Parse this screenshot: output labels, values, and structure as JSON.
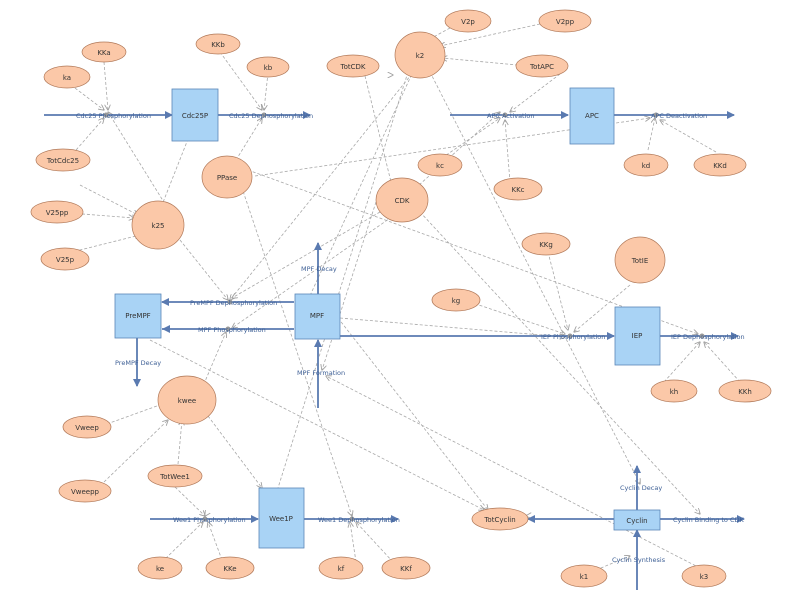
{
  "colors": {
    "parameter_fill": "#fbc8a8",
    "parameter_stroke": "#b07858",
    "species_fill": "#a9d3f5",
    "species_stroke": "#5a86b8",
    "flow": "#5a7ab0",
    "influence": "#a8a8a8",
    "label": "#3d5f95"
  },
  "species": {
    "Cdc25P": "Cdc25P",
    "APC": "APC",
    "PreMPF": "PreMPF",
    "MPF": "MPF",
    "IEP": "IEP",
    "Wee1P": "Wee1P",
    "Cyclin": "Cyclin"
  },
  "parameters": {
    "KKa": "KKa",
    "ka": "ka",
    "TotCdc25": "TotCdc25",
    "V25pp": "V25pp",
    "V25p": "V25p",
    "k25": "k25",
    "KKb": "KKb",
    "kb": "kb",
    "PPase": "PPase",
    "TotCDK": "TotCDK",
    "k2": "k2",
    "V2p": "V2p",
    "V2pp": "V2pp",
    "TotAPC": "TotAPC",
    "CDK": "CDK",
    "kc": "kc",
    "KKc": "KKc",
    "kd": "kd",
    "KKd": "KKd",
    "KKg": "KKg",
    "TotIE": "TotIE",
    "kg": "kg",
    "kh": "kh",
    "KKh": "KKh",
    "kwee": "kwee",
    "Vweep": "Vweep",
    "Vweepp": "Vweepp",
    "TotWee1": "TotWee1",
    "ke": "ke",
    "KKe": "KKe",
    "kf": "kf",
    "KKf": "KKf",
    "TotCyclin": "TotCyclin",
    "k1": "k1",
    "k3": "k3"
  },
  "flows": {
    "cdc25_phos": "Cdc25 Phosphorylation",
    "cdc25_dephos": "Cdc25 Dephosphorylation",
    "apc_act": "APC Activation",
    "apc_deact": "APC Deactivation",
    "mpf_decay": "MPF Decay",
    "premfp_dephos": "PreMPF Dephosphorylation",
    "mpf_phos": "MPF Phosphorylation",
    "premfp_decay": "PreMPF Decay",
    "mpf_formation": "MPF Formation",
    "iep_phos": "IEP Phosphorylation",
    "iep_dephos": "IEP Dephosphorylation",
    "wee1_phos": "Wee1 Phosphorylation",
    "wee1_dephos": "Wee1 Dephosphorylation",
    "cyclin_decay": "Cyclin Decay",
    "cyclin_binding": "Cyclin Binding to CDK",
    "cyclin_synthesis": "Cyclin Synthesis"
  }
}
